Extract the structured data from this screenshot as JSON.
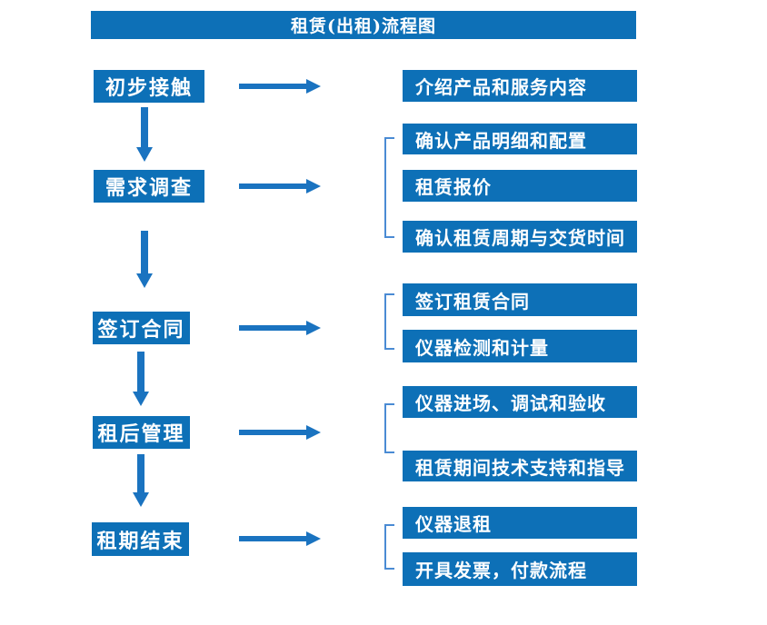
{
  "title": "租赁(出租)流程图",
  "colors": {
    "box": "#0d70b7",
    "arrow": "#1a73c0",
    "bracket": "#4a8bd4",
    "text": "#ffffff",
    "background": "#ffffff"
  },
  "steps": [
    {
      "label": "初步接触",
      "details": [
        "介绍产品和服务内容"
      ]
    },
    {
      "label": "需求调查",
      "details": [
        "确认产品明细和配置",
        "租赁报价",
        "确认租赁周期与交货时间"
      ]
    },
    {
      "label": "签订合同",
      "details": [
        "签订租赁合同",
        "仪器检测和计量"
      ]
    },
    {
      "label": "租后管理",
      "details": [
        "仪器进场、调试和验收",
        "租赁期间技术支持和指导"
      ]
    },
    {
      "label": "租期结束",
      "details": [
        "仪器退租",
        "开具发票，付款流程"
      ]
    }
  ]
}
